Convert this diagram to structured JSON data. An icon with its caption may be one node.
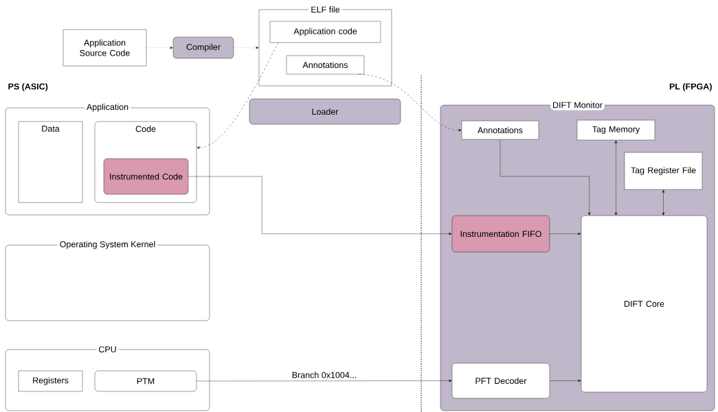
{
  "diagram": {
    "nodes": [
      {
        "text": [
          "Application Source Code"
        ]
      },
      {
        "text": [
          "Compiler"
        ]
      },
      {
        "text": [
          "ELF file"
        ]
      },
      {
        "text": [
          "Application code"
        ],
        "in": 2
      },
      {
        "text": [
          "Annotations"
        ],
        "in": 2
      },
      {
        "text": [
          "Loader"
        ]
      },
      {
        "text": [
          "Application"
        ]
      },
      {
        "text": [
          "Data"
        ],
        "in": 6
      },
      {
        "text": [
          "Code"
        ],
        "in": 6
      },
      {
        "text": [
          "Instrumented Code"
        ],
        "in": 8
      },
      {
        "text": [
          "Operating System Kernel"
        ]
      },
      {
        "text": [
          "CPU"
        ]
      },
      {
        "text": [
          "Registers"
        ],
        "in": 11
      },
      {
        "text": [
          "PTM"
        ],
        "in": 11
      },
      {
        "text": [
          "DIFT Monitor"
        ]
      },
      {
        "text": [
          "Annotations"
        ],
        "in": 14
      },
      {
        "text": [
          "Tag Memory"
        ],
        "in": 14
      },
      {
        "text": [
          "Tag Register File"
        ],
        "in": 14
      },
      {
        "text": [
          "Instrumentation FIFO"
        ],
        "in": 14
      },
      {
        "text": [
          "PFT Decoder"
        ],
        "in": 14
      },
      {
        "text": [
          "DIFT Core"
        ],
        "in": 14
      }
    ],
    "edges": [
      {
        "from": 0,
        "to": 1,
        "arrow": "to",
        "style": "dashed"
      },
      {
        "from": 1,
        "to": 2,
        "arrow": "to",
        "style": "dashed"
      },
      {
        "from": 3,
        "to": 8,
        "arrow": "to",
        "style": "dashed"
      },
      {
        "from": 4,
        "to": 15,
        "arrow": "to",
        "style": "dashed"
      },
      {
        "from": 9,
        "to": 18,
        "arrow": "to"
      },
      {
        "from": 13,
        "to": 19,
        "arrow": "to",
        "label": "Branch 0x1004..."
      },
      {
        "from": 15,
        "to": 20,
        "arrow": "to"
      },
      {
        "from": 16,
        "to": 20,
        "arrow": "both"
      },
      {
        "from": 17,
        "to": 20,
        "arrow": "both"
      },
      {
        "from": 18,
        "to": 20,
        "arrow": "to"
      },
      {
        "from": 19,
        "to": 20,
        "arrow": "to"
      }
    ],
    "labels": [
      "PS (ASIC)",
      "PL (FPGA)"
    ]
  }
}
